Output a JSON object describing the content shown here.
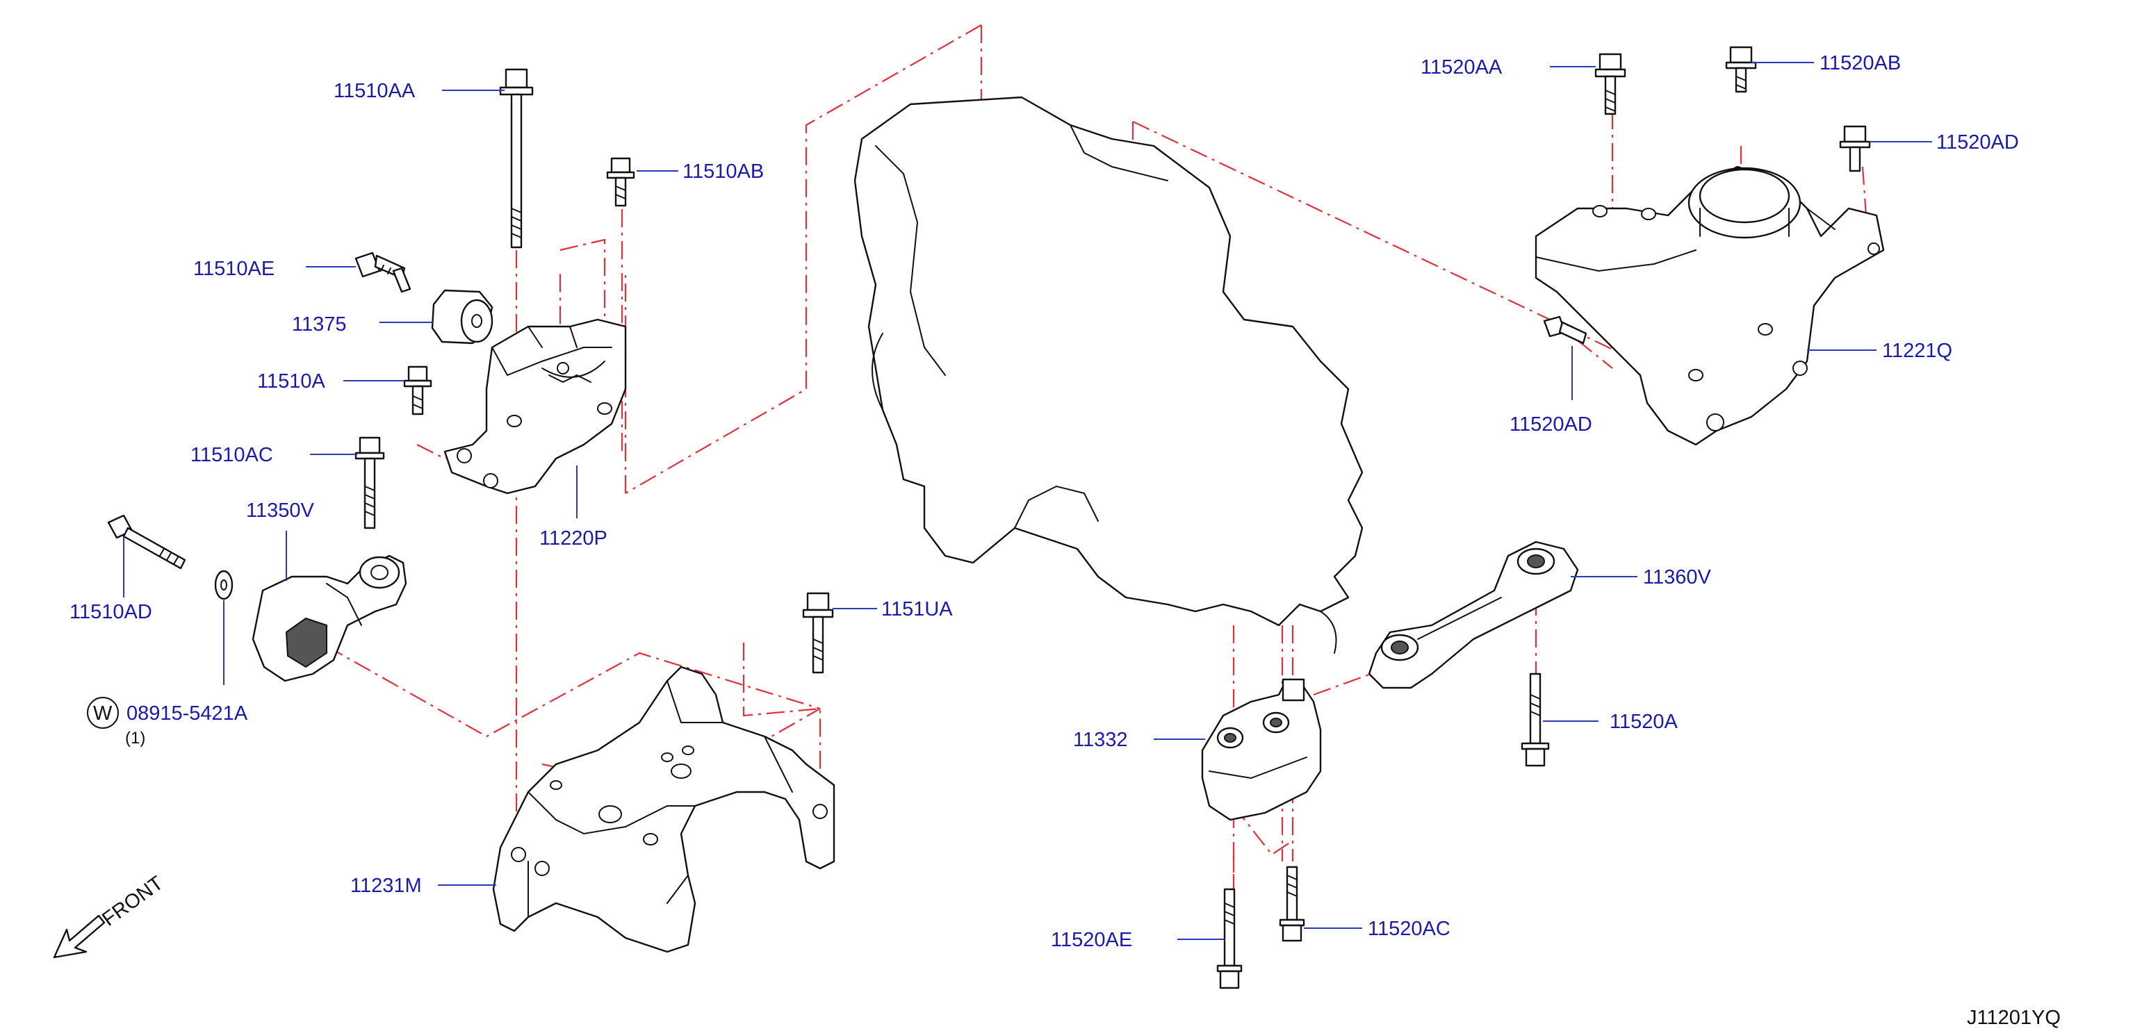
{
  "parts": {
    "p11510AA": "11510AA",
    "p11510AB": "11510AB",
    "p11510AE": "11510AE",
    "p11375": "11375",
    "p11510A": "11510A",
    "p11510AC": "11510AC",
    "p11220P": "11220P",
    "p11350V": "11350V",
    "p11510AD": "11510AD",
    "p08915": "08915-5421A",
    "p08915_qty": "(1)",
    "washer_symbol": "W",
    "p1151UA": "1151UA",
    "p11231M": "11231M",
    "p11520AA": "11520AA",
    "p11520AB": "11520AB",
    "p11520AD_top": "11520AD",
    "p11520AD_left": "11520AD",
    "p11221Q": "11221Q",
    "p11360V": "11360V",
    "p11332": "11332",
    "p11520A": "11520A",
    "p11520AE": "11520AE",
    "p11520AC": "11520AC"
  },
  "direction": {
    "label": "FRONT"
  },
  "diagram_id": "J11201YQ",
  "colors": {
    "label": "#1a1aaa",
    "leader": "#2a3ab8",
    "dash": "#e0303a",
    "outline": "#111111"
  }
}
